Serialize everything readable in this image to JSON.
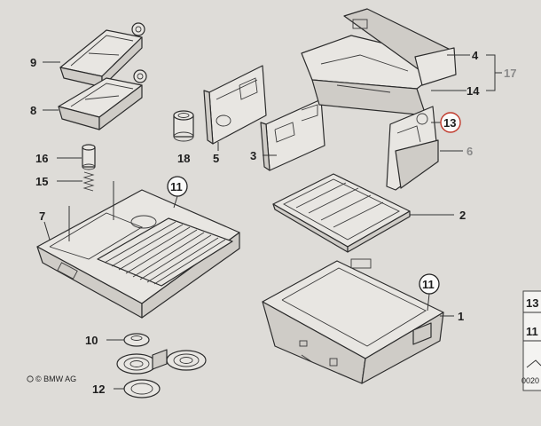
{
  "diagram": {
    "copyright": "© BMW AG",
    "labels": {
      "p1": "1",
      "p2": "2",
      "p3": "3",
      "p4": "4",
      "p5": "5",
      "p6": "6",
      "p7": "7",
      "p8": "8",
      "p9": "9",
      "p10": "10",
      "p11a": "11",
      "p11b": "11",
      "p12": "12",
      "p13": "13",
      "p14": "14",
      "p15": "15",
      "p16": "16",
      "p17": "17",
      "p18": "18"
    },
    "side_panel": {
      "a": "13",
      "b": "11",
      "c": "0020"
    }
  }
}
